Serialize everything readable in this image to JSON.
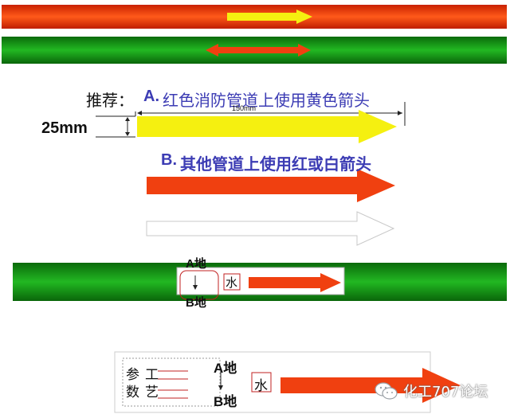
{
  "colors": {
    "red_pipe": "#e8300a",
    "green_pipe": "#1a9a1a",
    "yellow_arrow": "#f5ef10",
    "red_arrow": "#f0430f",
    "white_arrow_outline": "#c8c8c8",
    "blue_text": "#3c3cb4",
    "dark_text": "#111111",
    "label_box_border": "#c02020"
  },
  "recommend": {
    "prefix": "推荐：",
    "option_a_letter": "A.",
    "option_a_text": "红色消防管道上使用黄色箭头",
    "option_b_letter": "B.",
    "option_b_text": "其他管道上使用红或白箭头"
  },
  "dimensions": {
    "height_label": "25mm",
    "length_label": "150mm"
  },
  "pipe_label": {
    "from": "A地",
    "to": "B地",
    "medium": "水"
  },
  "bottom_panel": {
    "param_line1_a": "参",
    "param_line1_b": "工",
    "param_line2_a": "数",
    "param_line2_b": "艺",
    "from": "A地",
    "to": "B地",
    "medium": "水"
  },
  "watermark": {
    "text": "化工707论坛",
    "icon": "wechat-icon"
  }
}
